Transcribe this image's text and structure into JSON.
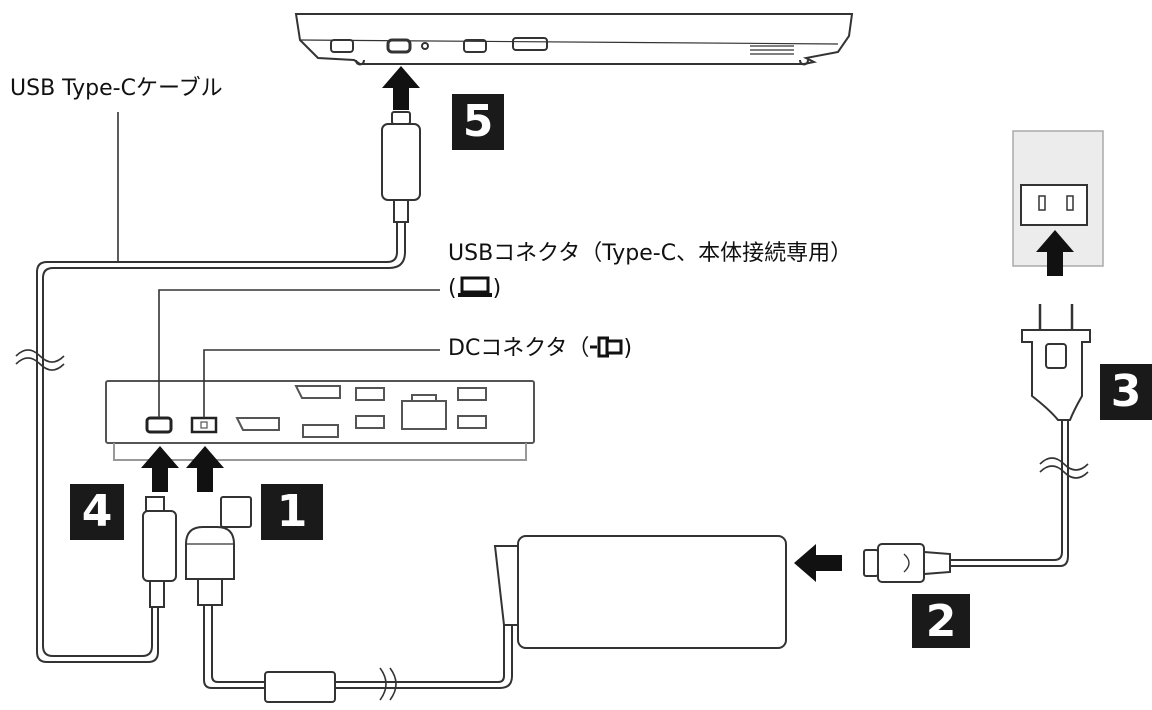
{
  "labels": {
    "usb_cable": "USB Type-Cケーブル",
    "usb_connector": "USBコネクタ（Type-C、本体接続専用）",
    "usb_connector_symbol_open": "(",
    "usb_connector_symbol_close": ")",
    "dc_connector": "DCコネクタ（",
    "dc_connector_close": ")"
  },
  "steps": [
    "1",
    "2",
    "3",
    "4",
    "5"
  ],
  "colors": {
    "line": "#222222",
    "device_outline": "#555555",
    "step_box": "#1a1a1a",
    "step_text": "#ffffff",
    "outlet_fill": "#ececec"
  },
  "icons": [
    "laptop-icon",
    "dc-plug-icon"
  ]
}
